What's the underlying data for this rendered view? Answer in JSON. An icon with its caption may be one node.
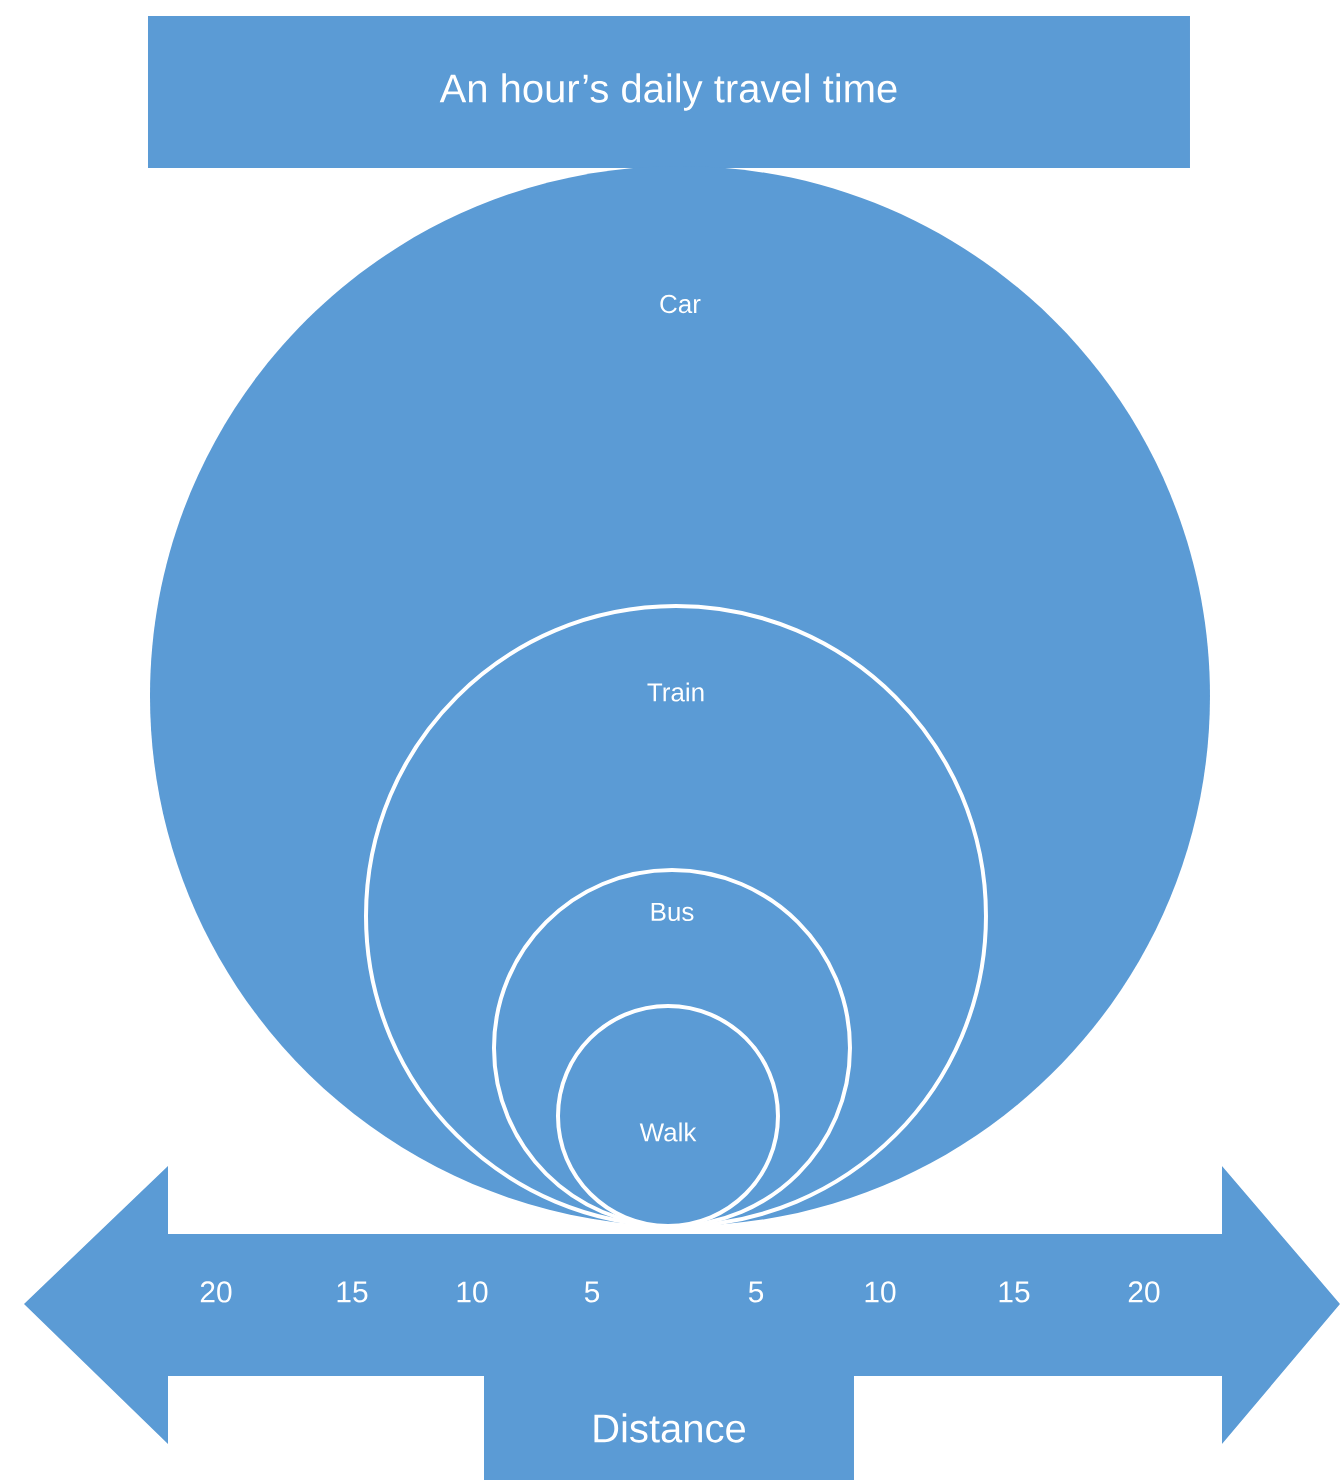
{
  "diagram": {
    "nodes": [
      {
        "text": [
          "An hour’s daily travel time"
        ]
      },
      {
        "text": [
          "Car"
        ]
      },
      {
        "text": [
          "Train"
        ],
        "in": 1
      },
      {
        "text": [
          "Bus"
        ],
        "in": 2
      },
      {
        "text": [
          "Walk"
        ],
        "in": 3
      },
      {
        "text": [
          "20",
          "15",
          "10",
          "5",
          "5",
          "10",
          "15",
          "20"
        ]
      },
      {
        "text": [
          "Distance"
        ]
      }
    ]
  }
}
